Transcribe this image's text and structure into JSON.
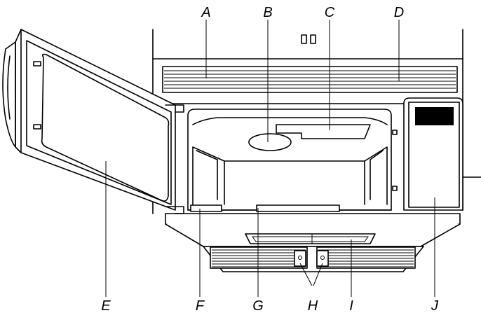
{
  "callouts": [
    {
      "id": "A",
      "label": "A"
    },
    {
      "id": "B",
      "label": "B"
    },
    {
      "id": "C",
      "label": "C"
    },
    {
      "id": "D",
      "label": "D"
    },
    {
      "id": "E",
      "label": "E"
    },
    {
      "id": "F",
      "label": "F"
    },
    {
      "id": "G",
      "label": "G"
    },
    {
      "id": "H",
      "label": "H"
    },
    {
      "id": "I",
      "label": "I"
    },
    {
      "id": "J",
      "label": "J"
    }
  ],
  "colors": {
    "line": "#000000",
    "background": "#ffffff",
    "display": "#000000"
  }
}
